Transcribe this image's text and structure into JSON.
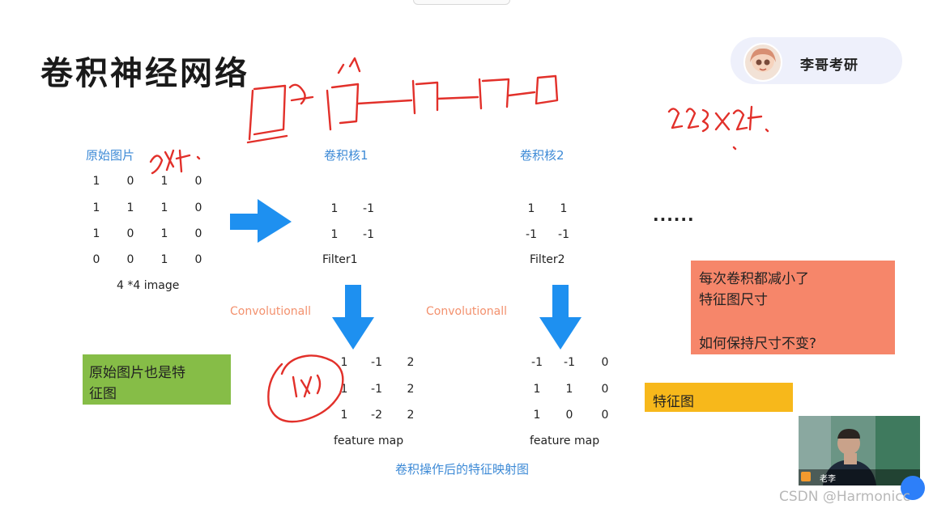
{
  "title": "卷积神经网络",
  "brand": {
    "name": "李哥考研"
  },
  "labels": {
    "original_image": "原始图片",
    "kernel1": "卷积核1",
    "kernel2": "卷积核2",
    "bottom_caption": "卷积操作后的特征映射图"
  },
  "captions": {
    "image": "4 *4 image",
    "filter1": "Filter1",
    "filter2": "Filter2",
    "fmap1": "feature map",
    "fmap2": "feature map",
    "conv1": "Convolutionall",
    "conv2": "Convolutionall",
    "ellipsis": "......"
  },
  "matrices": {
    "image": [
      [
        "1",
        "0",
        "1",
        "0"
      ],
      [
        "1",
        "1",
        "1",
        "0"
      ],
      [
        "1",
        "0",
        "1",
        "0"
      ],
      [
        "0",
        "0",
        "1",
        "0"
      ]
    ],
    "filter1": [
      [
        "1",
        "-1"
      ],
      [
        "1",
        "-1"
      ]
    ],
    "filter2": [
      [
        "1",
        "1"
      ],
      [
        "-1",
        "-1"
      ]
    ],
    "fmap1": [
      [
        "1",
        "-1",
        "2"
      ],
      [
        "1",
        "-1",
        "2"
      ],
      [
        "1",
        "-2",
        "2"
      ]
    ],
    "fmap2": [
      [
        "-1",
        "-1",
        "0"
      ],
      [
        "1",
        "1",
        "0"
      ],
      [
        "1",
        "0",
        "0"
      ]
    ]
  },
  "notes": {
    "orange": [
      "每次卷积都减小了",
      "特征图尺寸",
      "如何保持尺寸不变?"
    ],
    "green": [
      "原始图片也是特",
      "征图"
    ],
    "yellow": [
      "特征图"
    ]
  },
  "video": {
    "name": "老李"
  },
  "watermark": "CSDN @Harmonicc",
  "colors": {
    "arrow": "#1e90f0",
    "label_blue": "#3d8ad6",
    "orange_note": "#f6866a",
    "green_note": "#86bd47",
    "yellow_note": "#f7b81b",
    "handwriting": "#e2302a"
  },
  "icons": {
    "arrow_right": "right-arrow-icon",
    "arrow_down": "down-arrow-icon"
  }
}
